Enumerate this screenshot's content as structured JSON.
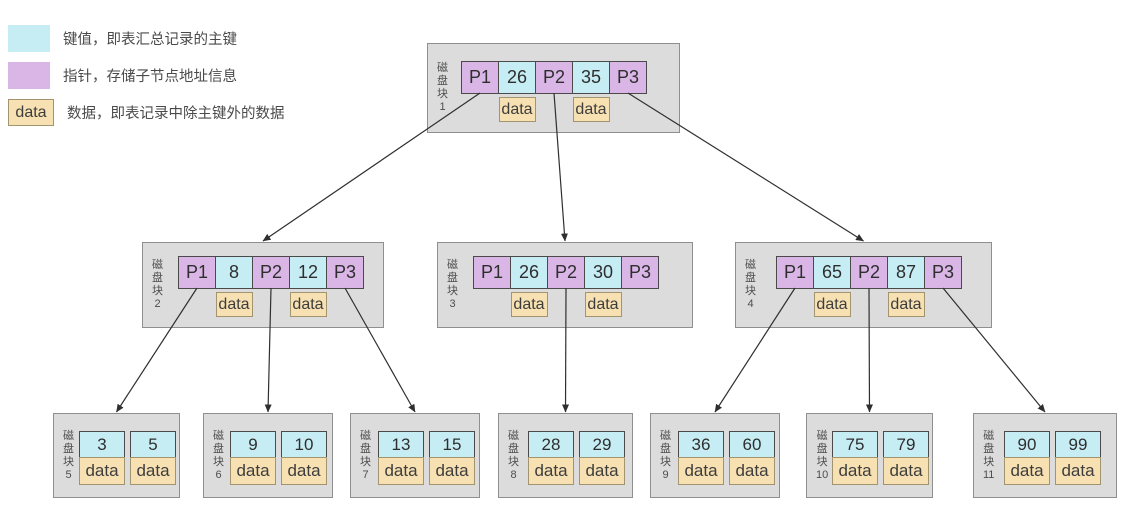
{
  "legend": {
    "items": [
      {
        "id": "key",
        "swatch_label": "",
        "text": "键值，即表汇总记录的主键"
      },
      {
        "id": "pointer",
        "swatch_label": "",
        "text": "指针，存储子节点地址信息"
      },
      {
        "id": "data",
        "swatch_label": "data",
        "text": "数据，即表记录中除主键外的数据"
      }
    ]
  },
  "block_label": "磁盘块",
  "data_label": "data",
  "colors": {
    "key": "#c7edf4",
    "pointer": "#d9b6e6",
    "data": "#f7e0b2",
    "block": "#dcdcdc",
    "block_border": "#8f8f8f",
    "cell_border": "#4a4a4a",
    "data_border": "#a2946e",
    "arrow": "#2f2f2f"
  },
  "nodes": [
    {
      "id": "b1",
      "number": "1",
      "type": "internal",
      "cells": [
        {
          "t": "pointer",
          "v": "P1"
        },
        {
          "t": "key",
          "v": "26",
          "data": true
        },
        {
          "t": "pointer",
          "v": "P2"
        },
        {
          "t": "key",
          "v": "35",
          "data": true
        },
        {
          "t": "pointer",
          "v": "P3"
        }
      ]
    },
    {
      "id": "b2",
      "number": "2",
      "type": "internal",
      "cells": [
        {
          "t": "pointer",
          "v": "P1"
        },
        {
          "t": "key",
          "v": "8",
          "data": true
        },
        {
          "t": "pointer",
          "v": "P2"
        },
        {
          "t": "key",
          "v": "12",
          "data": true
        },
        {
          "t": "pointer",
          "v": "P3"
        }
      ]
    },
    {
      "id": "b3",
      "number": "3",
      "type": "internal",
      "cells": [
        {
          "t": "pointer",
          "v": "P1"
        },
        {
          "t": "key",
          "v": "26",
          "data": true
        },
        {
          "t": "pointer",
          "v": "P2"
        },
        {
          "t": "key",
          "v": "30",
          "data": true
        },
        {
          "t": "pointer",
          "v": "P3"
        }
      ]
    },
    {
      "id": "b4",
      "number": "4",
      "type": "internal",
      "cells": [
        {
          "t": "pointer",
          "v": "P1"
        },
        {
          "t": "key",
          "v": "65",
          "data": true
        },
        {
          "t": "pointer",
          "v": "P2"
        },
        {
          "t": "key",
          "v": "87",
          "data": true
        },
        {
          "t": "pointer",
          "v": "P3"
        }
      ]
    },
    {
      "id": "b5",
      "number": "5",
      "type": "leaf",
      "keys": [
        "3",
        "5"
      ]
    },
    {
      "id": "b6",
      "number": "6",
      "type": "leaf",
      "keys": [
        "9",
        "10"
      ]
    },
    {
      "id": "b7",
      "number": "7",
      "type": "leaf",
      "keys": [
        "13",
        "15"
      ]
    },
    {
      "id": "b8",
      "number": "8",
      "type": "leaf",
      "keys": [
        "28",
        "29"
      ]
    },
    {
      "id": "b9",
      "number": "9",
      "type": "leaf",
      "keys": [
        "36",
        "60"
      ]
    },
    {
      "id": "b10",
      "number": "10",
      "type": "leaf",
      "keys": [
        "75",
        "79"
      ]
    },
    {
      "id": "b11",
      "number": "11",
      "type": "leaf",
      "keys": [
        "90",
        "99"
      ]
    }
  ],
  "edges": [
    {
      "from": "b1",
      "pointer": "P1",
      "to": "b2"
    },
    {
      "from": "b1",
      "pointer": "P2",
      "to": "b3"
    },
    {
      "from": "b1",
      "pointer": "P3",
      "to": "b4"
    },
    {
      "from": "b2",
      "pointer": "P1",
      "to": "b5"
    },
    {
      "from": "b2",
      "pointer": "P2",
      "to": "b6"
    },
    {
      "from": "b2",
      "pointer": "P3",
      "to": "b7"
    },
    {
      "from": "b3",
      "pointer": "P2",
      "to": "b8"
    },
    {
      "from": "b4",
      "pointer": "P1",
      "to": "b9"
    },
    {
      "from": "b4",
      "pointer": "P2",
      "to": "b10"
    },
    {
      "from": "b4",
      "pointer": "P3",
      "to": "b11"
    }
  ]
}
